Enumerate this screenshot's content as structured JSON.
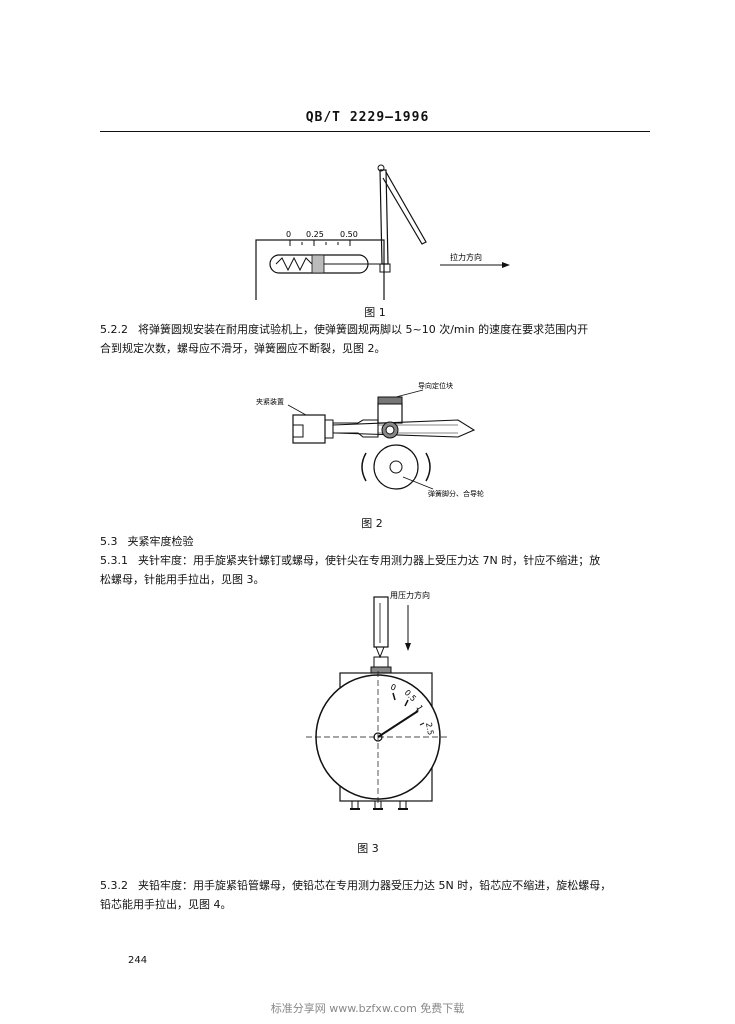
{
  "header": "QB/T 2229—1996",
  "figure1": {
    "scale_labels": [
      "0",
      "0.25",
      "0.50"
    ],
    "direction_label": "拉力方向",
    "caption": "图 1"
  },
  "para_522": {
    "number": "5.2.2",
    "line1": "将弹簧圆规安装在耐用度试验机上，使弹簧圆规两脚以 5~10 次/min 的速度在要求范围内开",
    "line2": "合到规定次数，螺母应不滑牙，弹簧圈应不断裂，见图 2。"
  },
  "figure2": {
    "label_clamp": "夹紧装置",
    "label_guide": "导向定位块",
    "label_wheel": "弹簧脚分、合导轮",
    "caption": "图 2"
  },
  "section_53": {
    "number": "5.3",
    "title": "夹紧牢度检验"
  },
  "para_531": {
    "number": "5.3.1",
    "line1": "夹针牢度：用手旋紧夹针螺钉或螺母，使针尖在专用测力器上受压力达 7N 时，针应不缩进；放",
    "line2": "松螺母，针能用手拉出，见图 3。"
  },
  "figure3": {
    "direction_label": "用压力方向",
    "dial_labels": [
      "0",
      "0.5",
      "1",
      "2.5"
    ],
    "caption": "图 3"
  },
  "para_532": {
    "number": "5.3.2",
    "line1": "夹铅牢度：用手旋紧铅管螺母，使铅芯在专用测力器受压力达 5N 时，铅芯应不缩进，旋松螺母，",
    "line2": "铅芯能用手拉出，见图 4。"
  },
  "page_number": "244",
  "footer": "标准分享网 www.bzfxw.com 免费下载"
}
